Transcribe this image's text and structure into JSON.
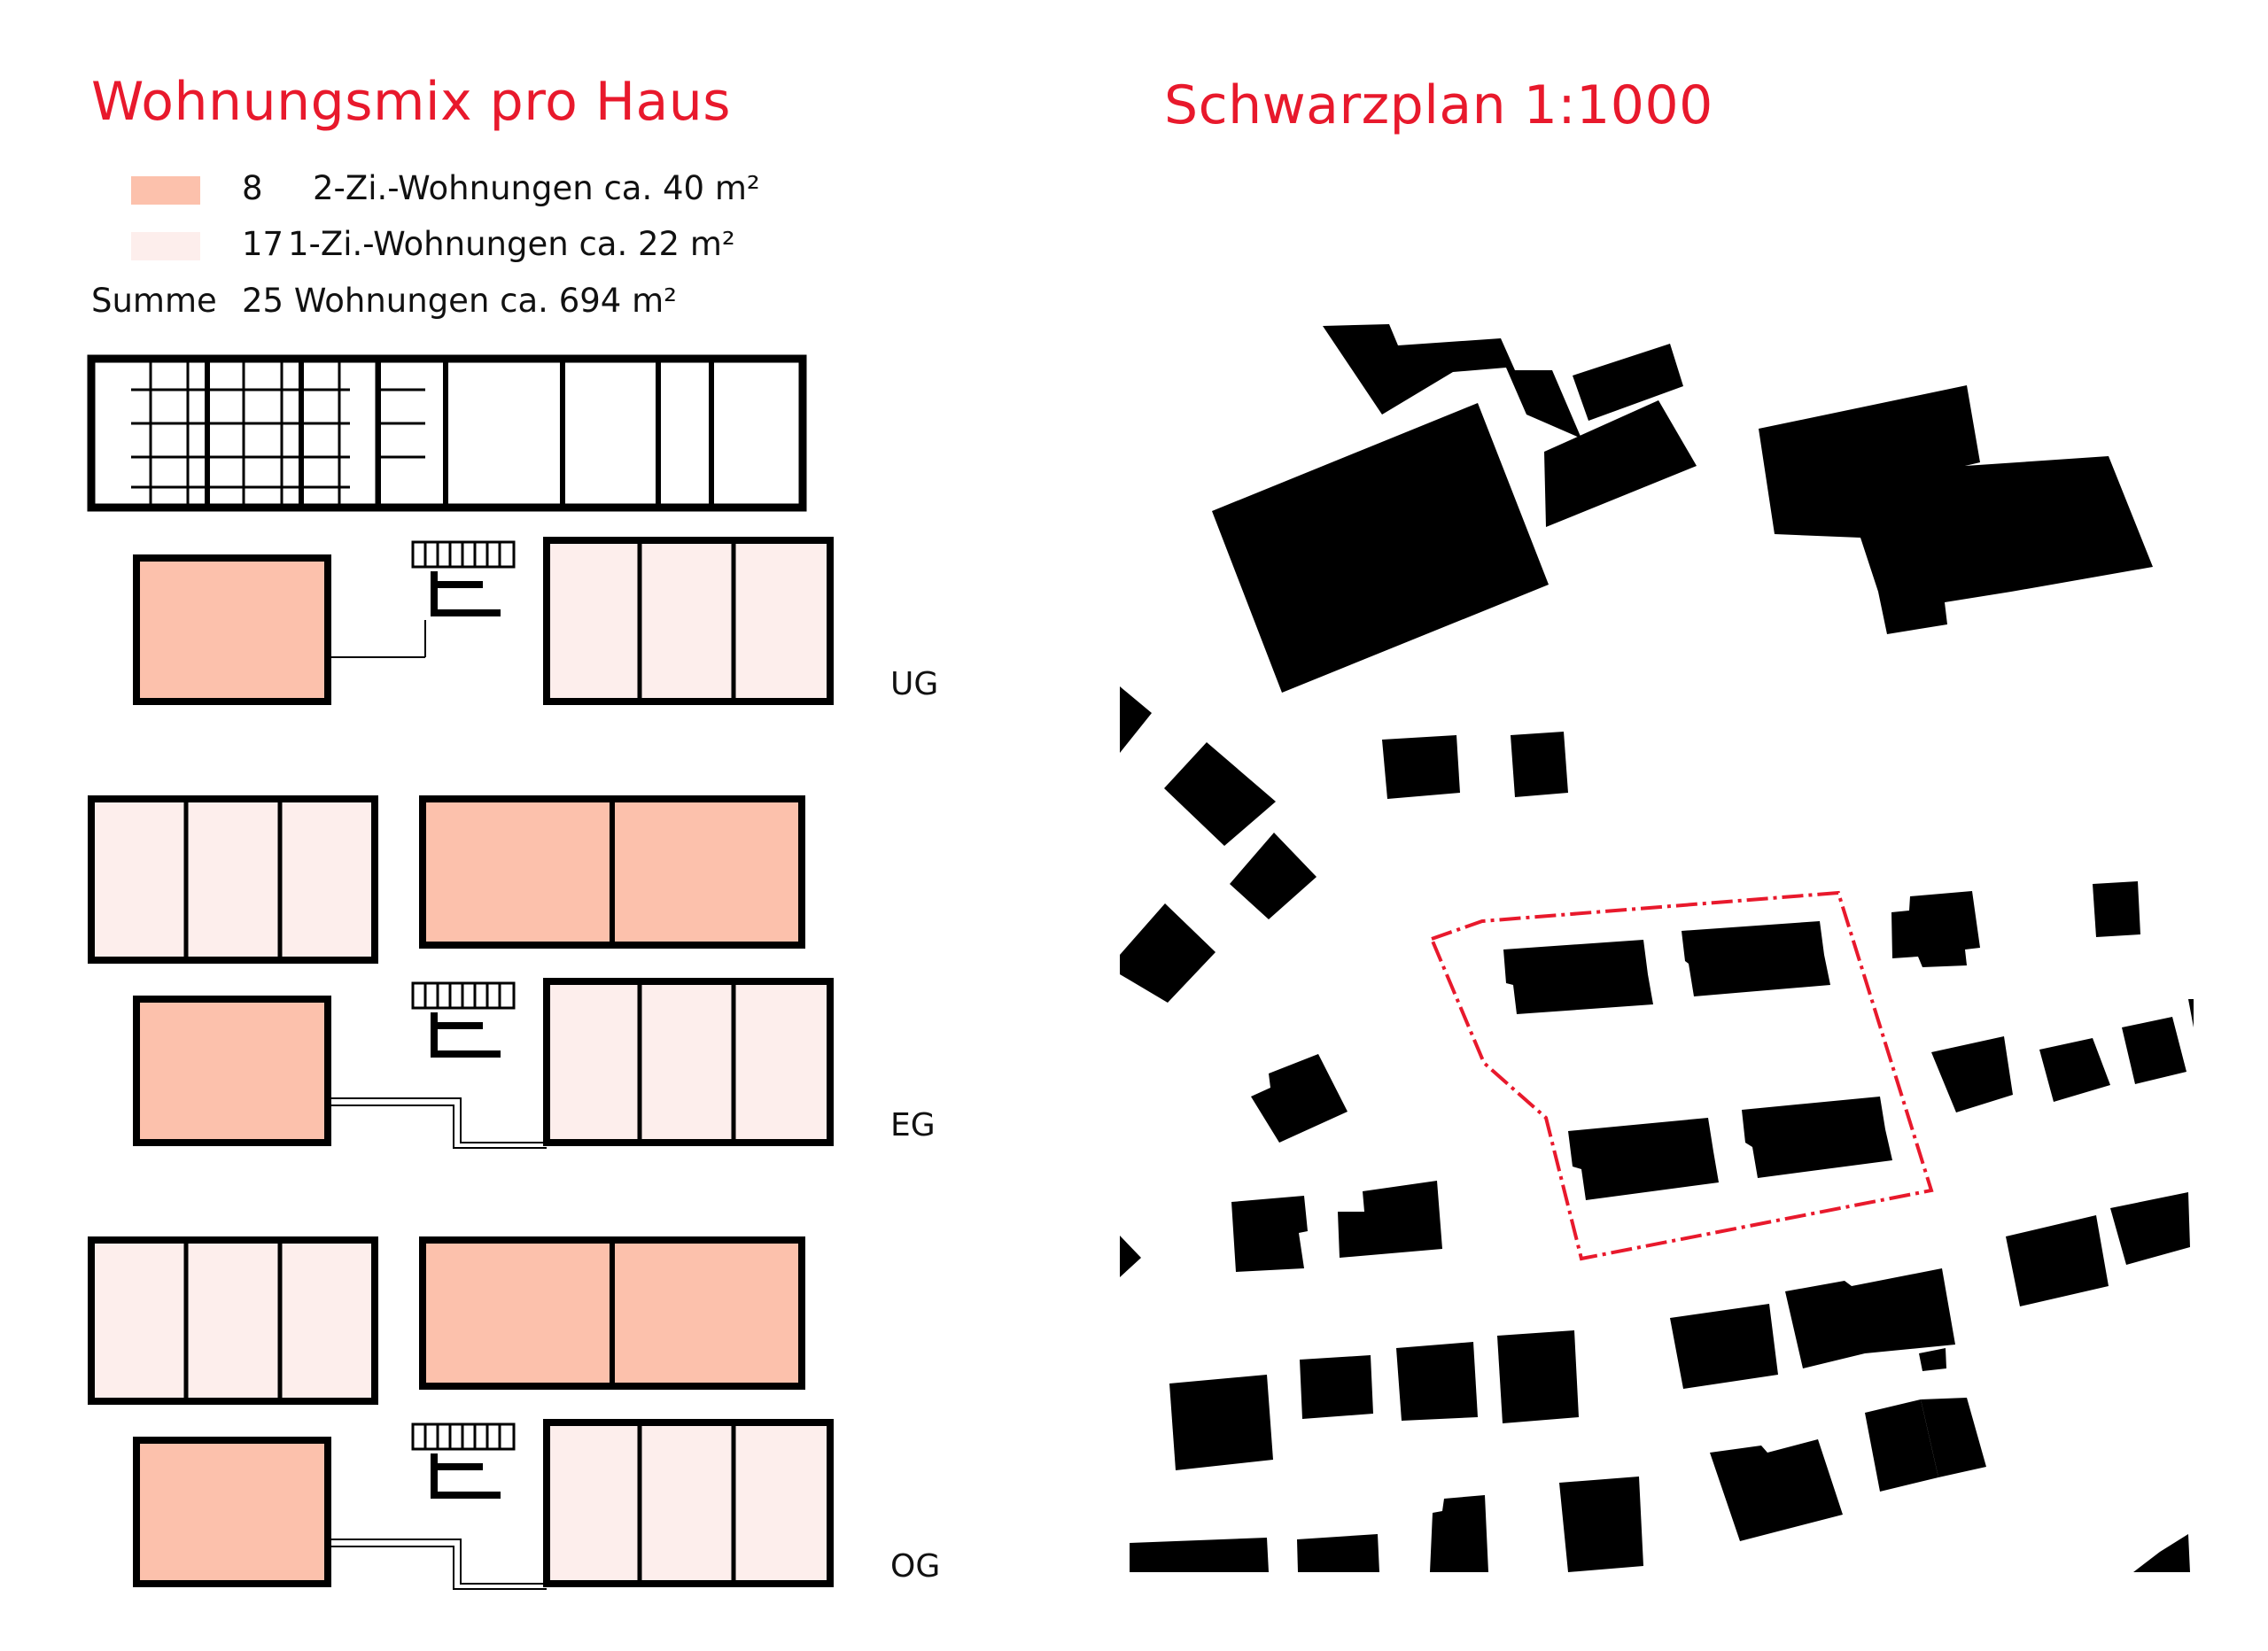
{
  "left_title": "Wohnungsmix pro Haus",
  "right_title": "Schwarzplan 1:1000",
  "colors": {
    "title": "#e8192c",
    "two_room": "#fcc1ac",
    "one_room": "#fdeeec",
    "wall": "#000000",
    "site_boundary": "#e8192c"
  },
  "legend": {
    "row1": {
      "count": "8",
      "label": "2-Zi.-Wohnungen ca. 40 m²"
    },
    "row2": {
      "count": "17",
      "label": "1-Zi.-Wohnungen ca. 22 m²"
    },
    "row3": {
      "prefix": "Summe",
      "label": "25 Wohnungen ca. 694 m²"
    }
  },
  "levels": {
    "ug": "UG",
    "eg": "EG",
    "og": "OG"
  }
}
